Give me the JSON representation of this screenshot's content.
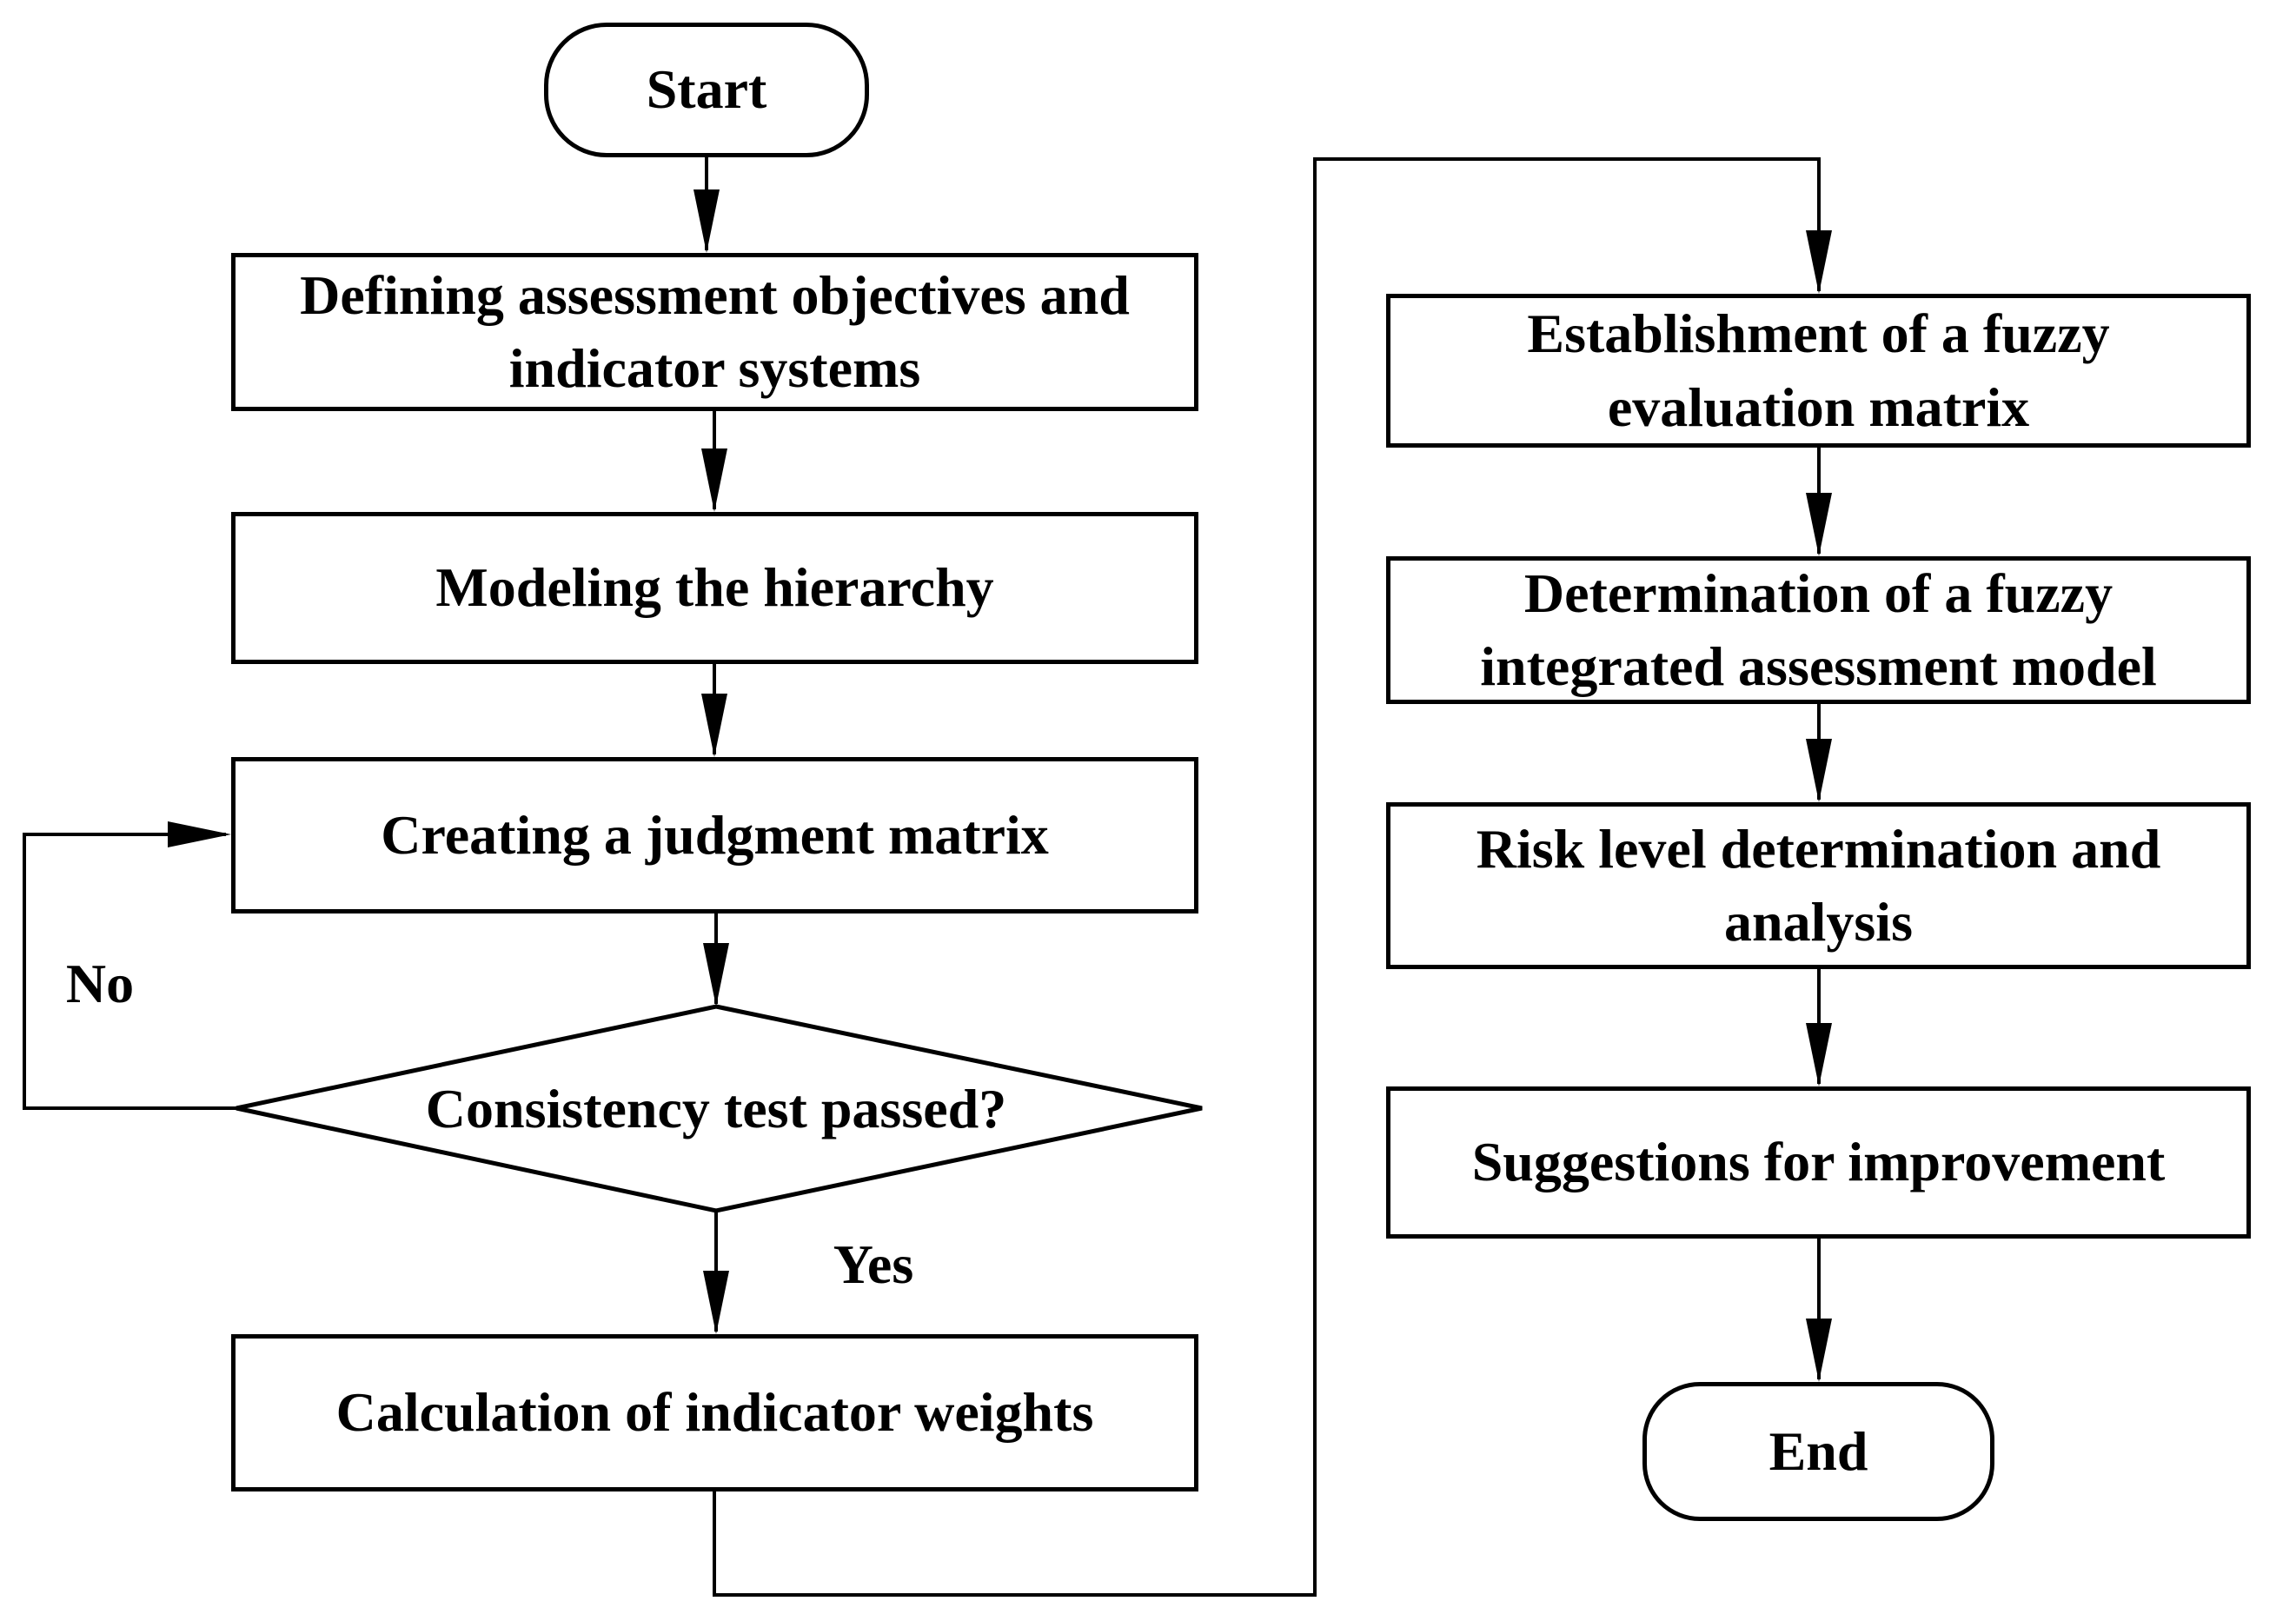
{
  "figure": {
    "type": "flowchart",
    "background_color": "#ffffff",
    "line_color": "#000000",
    "text_color": "#000000"
  },
  "nodes": {
    "start": {
      "label": "Start",
      "shape": "stadium"
    },
    "defining": {
      "label": "Defining assessment objectives and indicator systems",
      "shape": "rect"
    },
    "modeling": {
      "label": "Modeling the hierarchy",
      "shape": "rect"
    },
    "creating": {
      "label": "Creating a judgment matrix",
      "shape": "rect"
    },
    "consistency": {
      "label": "Consistency test passed?",
      "shape": "diamond"
    },
    "calculation": {
      "label": "Calculation of indicator weights",
      "shape": "rect"
    },
    "establishment": {
      "label": "Establishment of a fuzzy evaluation matrix",
      "shape": "rect"
    },
    "determination": {
      "label": "Determination of a fuzzy integrated assessment model",
      "shape": "rect"
    },
    "risk": {
      "label": "Risk level determination and analysis",
      "shape": "rect"
    },
    "suggestions": {
      "label": "Suggestions for improvement",
      "shape": "rect"
    },
    "end": {
      "label": "End",
      "shape": "stadium"
    }
  },
  "edge_labels": {
    "no": "No",
    "yes": "Yes"
  },
  "edges": [
    {
      "from": "start",
      "to": "defining",
      "label": ""
    },
    {
      "from": "defining",
      "to": "modeling",
      "label": ""
    },
    {
      "from": "modeling",
      "to": "creating",
      "label": ""
    },
    {
      "from": "creating",
      "to": "consistency",
      "label": ""
    },
    {
      "from": "consistency",
      "to": "creating",
      "label": "No"
    },
    {
      "from": "consistency",
      "to": "calculation",
      "label": "Yes"
    },
    {
      "from": "calculation",
      "to": "establishment",
      "label": ""
    },
    {
      "from": "establishment",
      "to": "determination",
      "label": ""
    },
    {
      "from": "determination",
      "to": "risk",
      "label": ""
    },
    {
      "from": "risk",
      "to": "suggestions",
      "label": ""
    },
    {
      "from": "suggestions",
      "to": "end",
      "label": ""
    }
  ]
}
